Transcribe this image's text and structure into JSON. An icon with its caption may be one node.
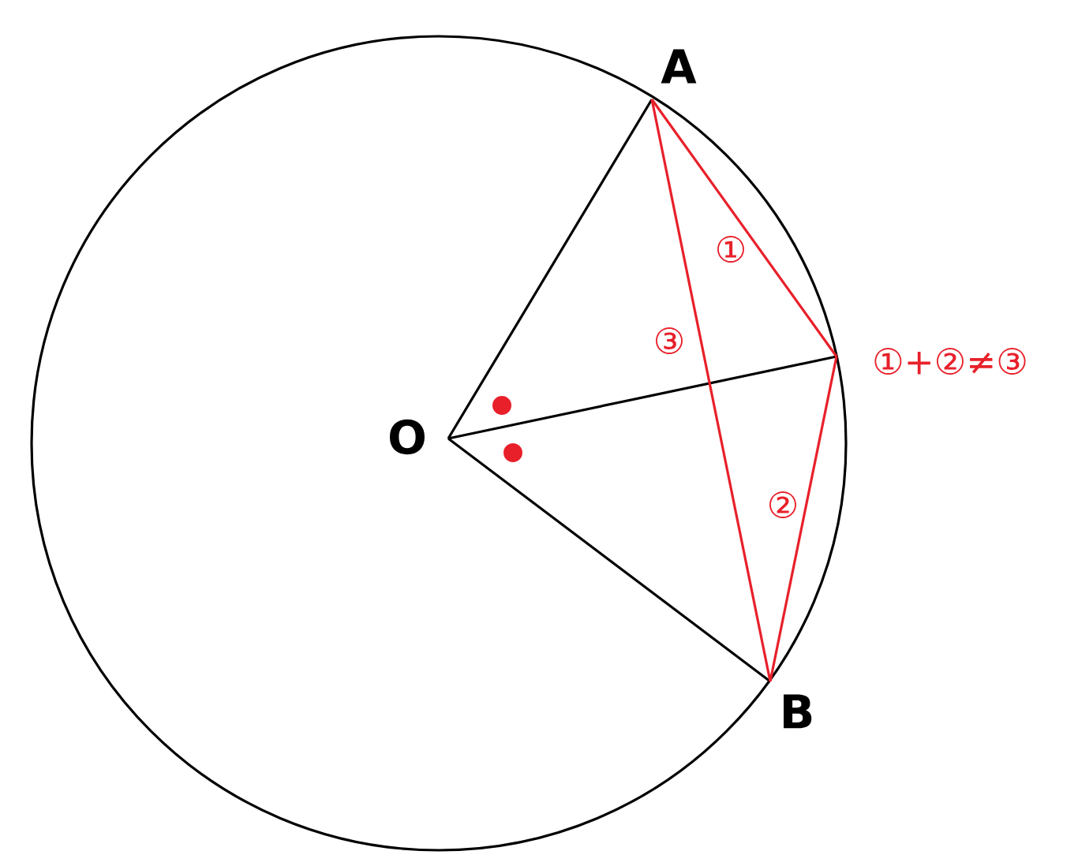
{
  "diagram": {
    "nodes": [
      {
        "text": [],
        "shape": "point",
        "beside": [
          "A"
        ]
      },
      {
        "text": [],
        "shape": "point",
        "beside": [
          "O"
        ]
      },
      {
        "text": [],
        "shape": "point",
        "beside": [
          "①+②≠③"
        ]
      },
      {
        "text": [],
        "shape": "point",
        "beside": [
          "B"
        ]
      }
    ],
    "edges": [
      {
        "from": 1,
        "to": 0,
        "arrow": "none"
      },
      {
        "from": 1,
        "to": 2,
        "arrow": "none"
      },
      {
        "from": 1,
        "to": 3,
        "arrow": "none"
      },
      {
        "from": 0,
        "to": 2,
        "arrow": "none",
        "label": "①",
        "color": "#e8202a"
      },
      {
        "from": 2,
        "to": 3,
        "arrow": "none",
        "label": "②",
        "color": "#e8202a"
      },
      {
        "from": 0,
        "to": 3,
        "arrow": "none",
        "label": "③",
        "color": "#e8202a"
      }
    ]
  }
}
